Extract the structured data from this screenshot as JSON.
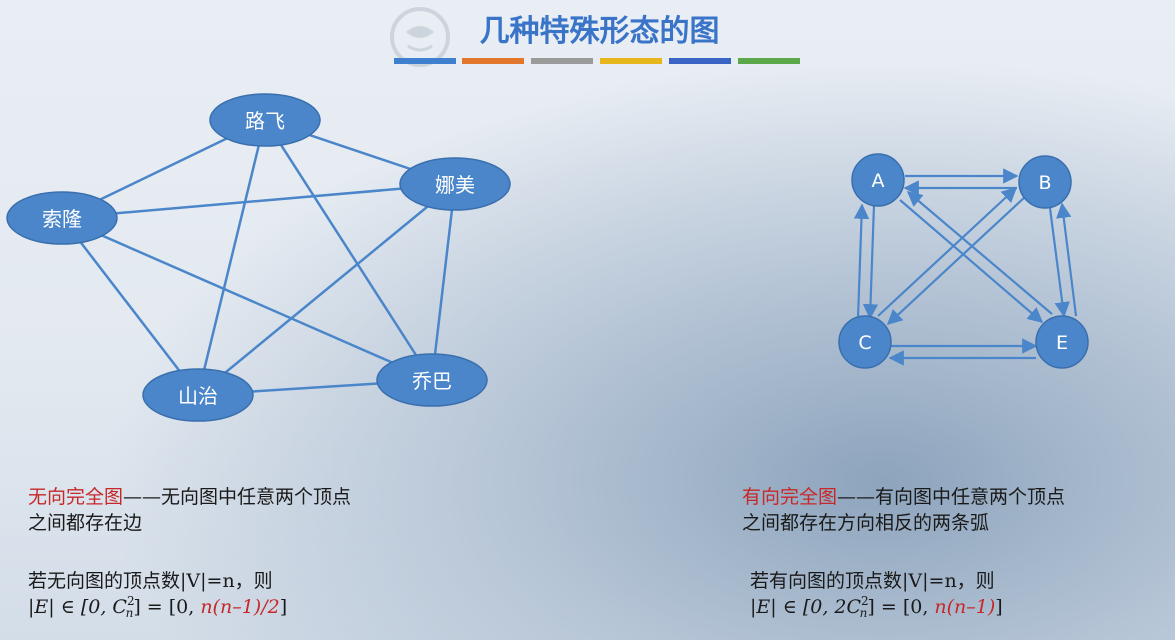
{
  "title": "几种特殊形态的图",
  "title_bar_colors": [
    "#3f7fd0",
    "#e2762c",
    "#9a9a9a",
    "#e7b51c",
    "#3a64c4",
    "#5aa84a"
  ],
  "colors": {
    "node": "#4a86c9",
    "edge": "#4a86c9",
    "red": "#c62828"
  },
  "undirected_graph": {
    "nodes": [
      "路飞",
      "娜美",
      "索隆",
      "乔巴",
      "山治"
    ]
  },
  "directed_graph": {
    "nodes": [
      "A",
      "B",
      "C",
      "E"
    ]
  },
  "left_text": {
    "term": "无向完全图",
    "def_line1_rest": "——无向图中任意两个顶点",
    "def_line2": "之间都存在边",
    "cond": "若无向图的顶点数|V|=n，则",
    "formula_prefix": "|E| ∈ [0, C",
    "formula_sup": "2",
    "formula_sub": "n",
    "formula_mid": "] = [0, ",
    "formula_red": "n(n–1)/2",
    "formula_suffix": "]"
  },
  "right_text": {
    "term": "有向完全图",
    "def_line1_rest": "——有向图中任意两个顶点",
    "def_line2": "之间都存在方向相反的两条弧",
    "cond": "若有向图的顶点数|V|=n，则",
    "formula_prefix": "|E| ∈ [0, 2C",
    "formula_sup": "2",
    "formula_sub": "n",
    "formula_mid": "] = [0, ",
    "formula_red": "n(n–1)",
    "formula_suffix": "]"
  }
}
